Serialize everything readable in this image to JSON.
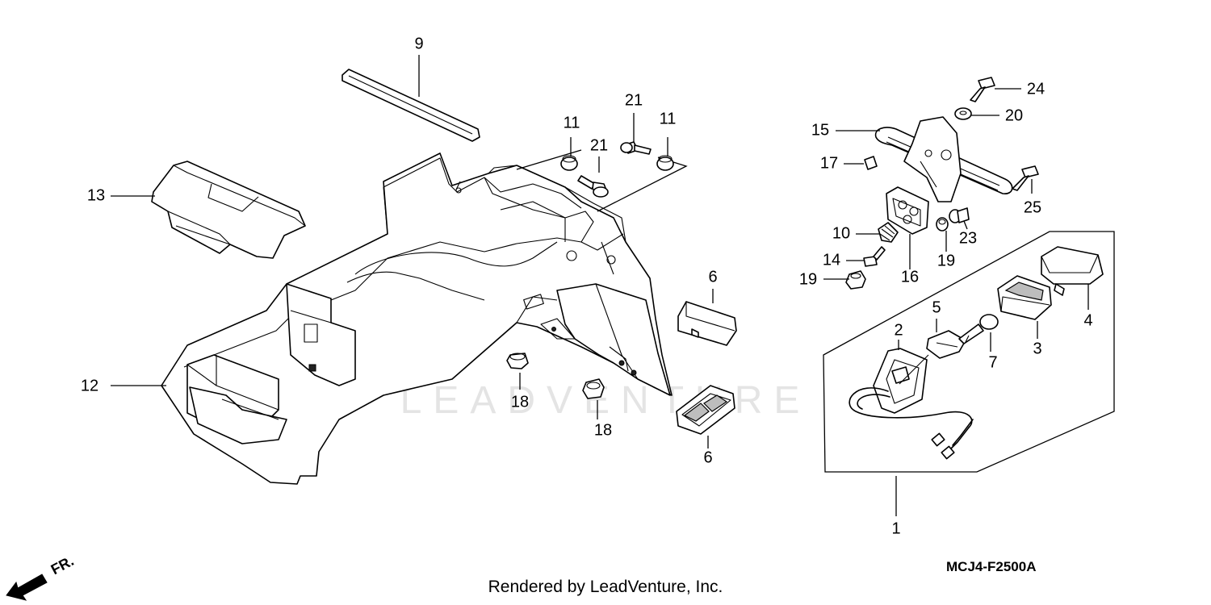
{
  "diagram_code": "MCJ4-F2500A",
  "credit": "Rendered by LeadVenture, Inc.",
  "watermark": "LEADVENTURE",
  "direction_label": "FR.",
  "callouts": {
    "c1": "1",
    "c2": "2",
    "c3": "3",
    "c4": "4",
    "c5": "5",
    "c6a": "6",
    "c6b": "6",
    "c7": "7",
    "c9": "9",
    "c10": "10",
    "c11a": "11",
    "c11b": "11",
    "c12": "12",
    "c13": "13",
    "c14": "14",
    "c15": "15",
    "c16": "16",
    "c17": "17",
    "c18a": "18",
    "c18b": "18",
    "c19a": "19",
    "c19b": "19",
    "c20": "20",
    "c21a": "21",
    "c21b": "21",
    "c23": "23",
    "c24": "24",
    "c25": "25"
  }
}
